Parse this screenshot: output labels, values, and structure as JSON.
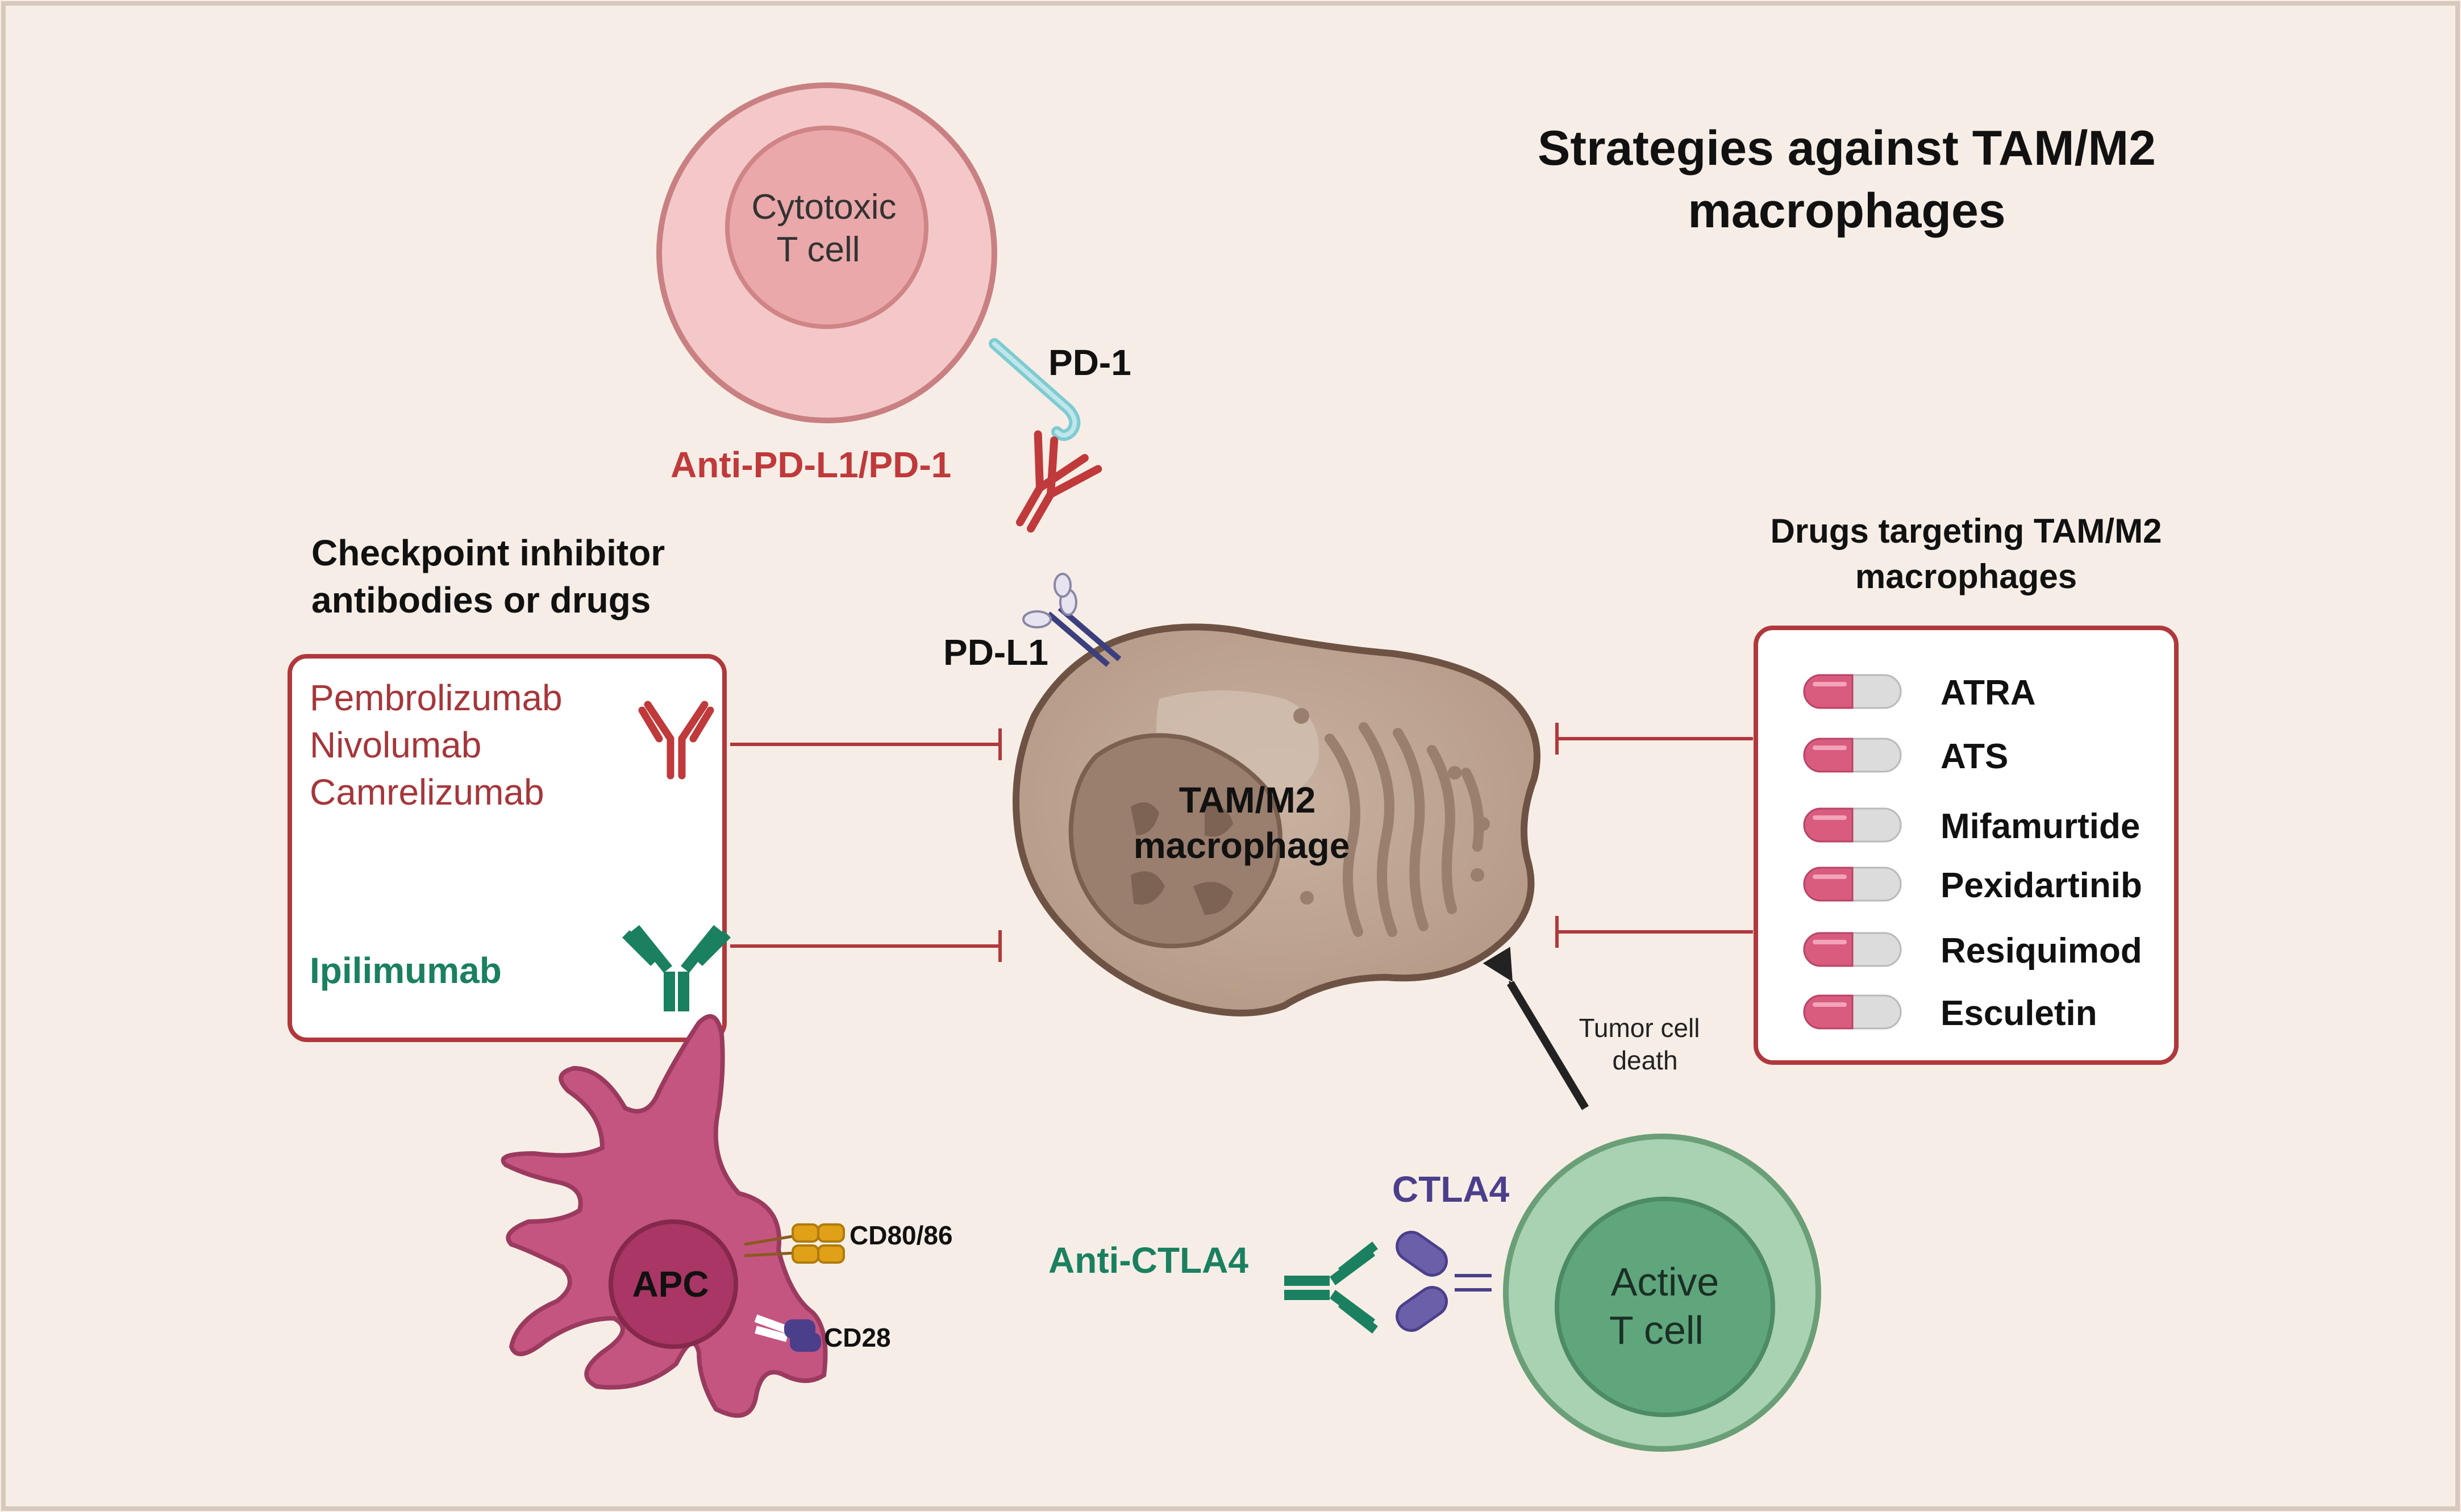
{
  "title": {
    "line1": "Strategies against TAM/M2",
    "line2": "macrophages"
  },
  "cytotoxic_t_cell": {
    "line1": "Cytotoxic",
    "line2": "T cell"
  },
  "pd1_label": "PD-1",
  "anti_pdl1_label": "Anti-PD-L1/PD-1",
  "pdl1_label": "PD-L1",
  "macrophage": {
    "line1": "TAM/M2",
    "line2": "macrophage"
  },
  "checkpoint": {
    "heading_line1": "Checkpoint inhibitor",
    "heading_line2": "antibodies or drugs",
    "drugs_red": [
      "Pembrolizumab",
      "Nivolumab",
      "Camrelizumab"
    ],
    "drug_green": "Ipilimumab"
  },
  "drugs_targeting": {
    "heading_line1": "Drugs targeting TAM/M2",
    "heading_line2": "macrophages",
    "items": [
      "ATRA",
      "ATS",
      "Mifamurtide",
      "Pexidartinib",
      "Resiquimod",
      "Esculetin"
    ]
  },
  "apc": {
    "label": "APC",
    "cd80": "CD80/86",
    "cd28": "CD28"
  },
  "ctla4": {
    "label": "CTLA4",
    "anti_label": "Anti-CTLA4"
  },
  "active_t_cell": {
    "line1": "Active",
    "line2": "T cell"
  },
  "tumor_death": {
    "line1": "Tumor cell",
    "line2": "death"
  },
  "colors": {
    "background": "#f6eee6",
    "red": "#a6363a",
    "green": "#1a8060",
    "purple": "#4b3f8c",
    "pill_pink": "#d95b7e",
    "macrophage": "#bba08d"
  }
}
